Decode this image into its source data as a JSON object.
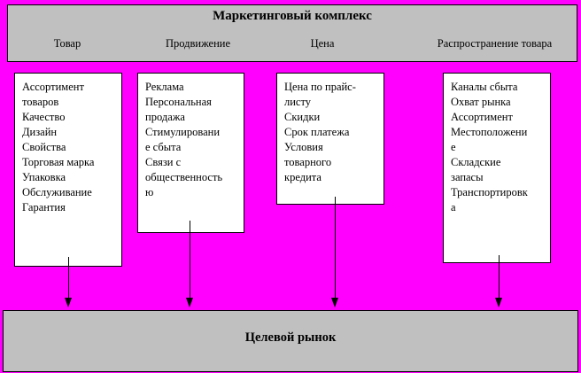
{
  "diagram": {
    "title": "Маркетинговый комплекс",
    "background_color": "#ff00ff",
    "band_color": "#c0c0c0",
    "card_color": "#ffffff",
    "line_color": "#000000",
    "columns": [
      {
        "label": "Товар"
      },
      {
        "label": "Продвижение"
      },
      {
        "label": "Цена"
      },
      {
        "label": "Распространение товара"
      }
    ],
    "cards": [
      {
        "name": "product-card",
        "lines": [
          "Ассортимент",
          "товаров",
          "Качество",
          "Дизайн",
          "Свойства",
          "Торговая марка",
          "Упаковка",
          "Обслуживание",
          "Гарантия"
        ]
      },
      {
        "name": "promotion-card",
        "lines": [
          "Реклама",
          "Персональная",
          "продажа",
          "Стимулировани",
          "е сбыта",
          "Связи с",
          "общественность",
          "ю"
        ]
      },
      {
        "name": "price-card",
        "lines": [
          "Цена по прайс-",
          "листу",
          "Скидки",
          "Срок платежа",
          "Условия",
          "товарного",
          "кредита"
        ]
      },
      {
        "name": "distribution-card",
        "lines": [
          "Каналы сбыта",
          "Охват рынка",
          "Ассортимент",
          "Местоположени",
          "е",
          "Складские",
          "запасы",
          "Транспортировк",
          "а"
        ]
      }
    ],
    "arrows": [
      {
        "name": "arrow-product-to-market"
      },
      {
        "name": "arrow-promotion-to-market"
      },
      {
        "name": "arrow-price-to-market"
      },
      {
        "name": "arrow-distribution-to-market"
      }
    ],
    "footer_title": "Целевой рынок"
  }
}
